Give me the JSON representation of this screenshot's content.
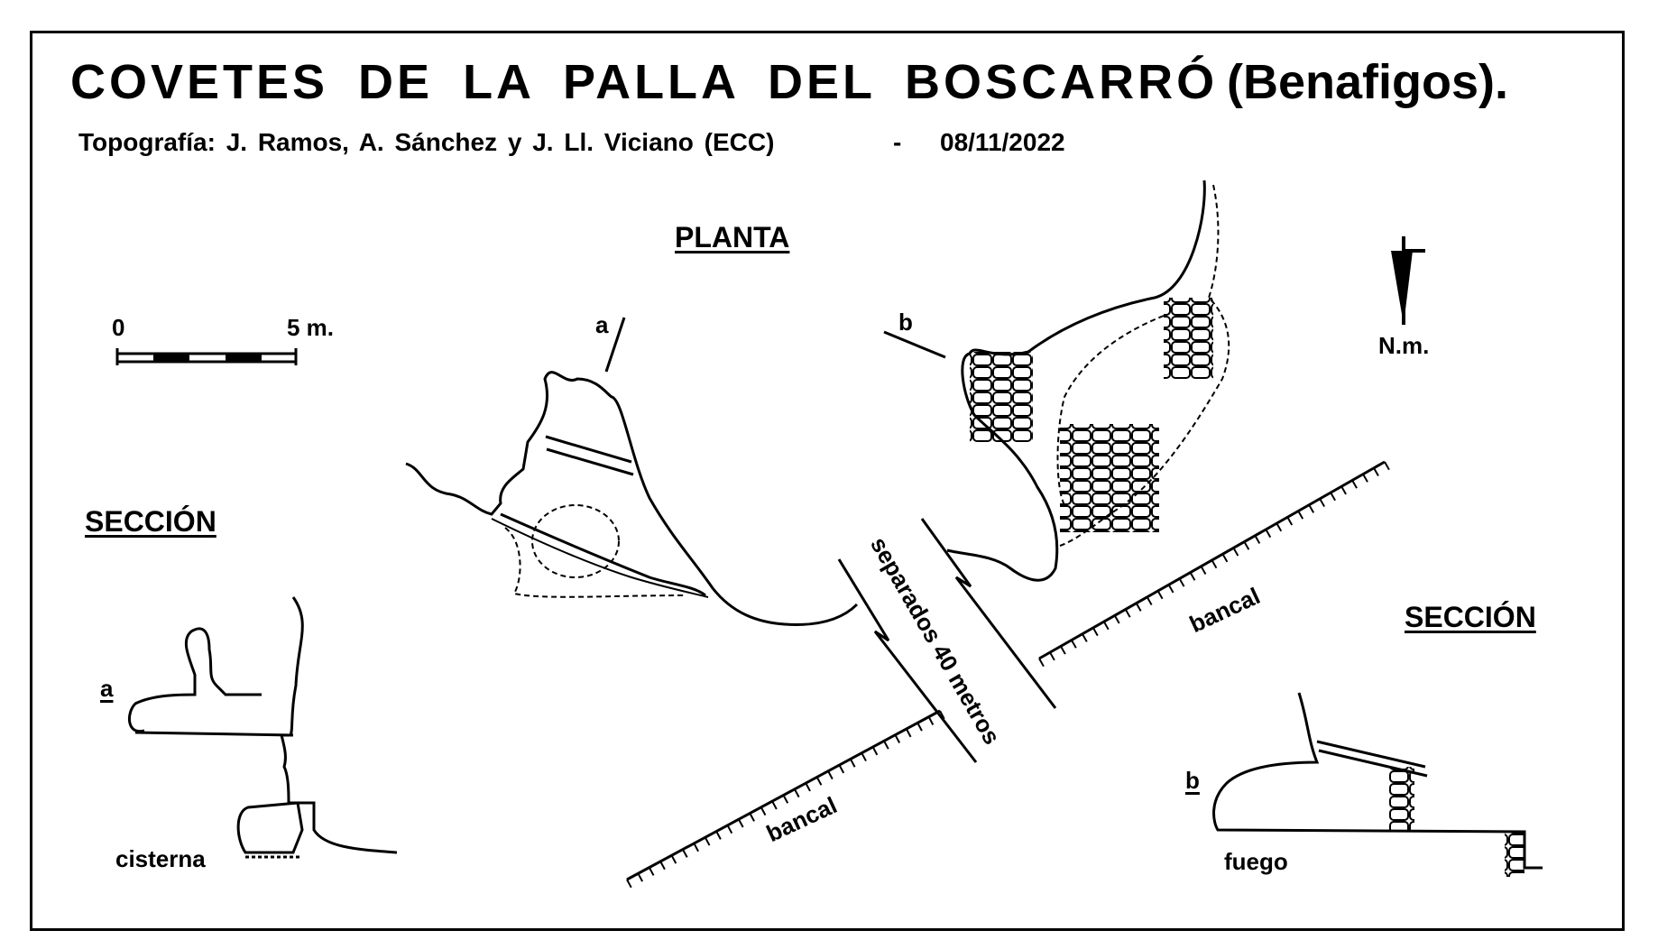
{
  "header": {
    "title": "COVETES DE LA PALLA DEL BOSCARRÓ",
    "region": "(Benafigos).",
    "credits": "Topografía:  J. Ramos, A. Sánchez  y  J. Ll. Viciano  (ECC)",
    "separator": "-",
    "date": "08/11/2022"
  },
  "plan": {
    "heading": "PLANTA",
    "section_a_marker": "a",
    "section_b_marker": "b",
    "separation_label": "separados 40 metros",
    "terrace_label_left": "bancal",
    "terrace_label_right": "bancal"
  },
  "scale": {
    "start": "0",
    "end": "5 m."
  },
  "north": {
    "label": "N.m."
  },
  "section_left": {
    "heading": "SECCIÓN",
    "marker": "a",
    "cistern_label": "cisterna"
  },
  "section_right": {
    "heading": "SECCIÓN",
    "marker": "b",
    "fire_label": "fuego"
  }
}
